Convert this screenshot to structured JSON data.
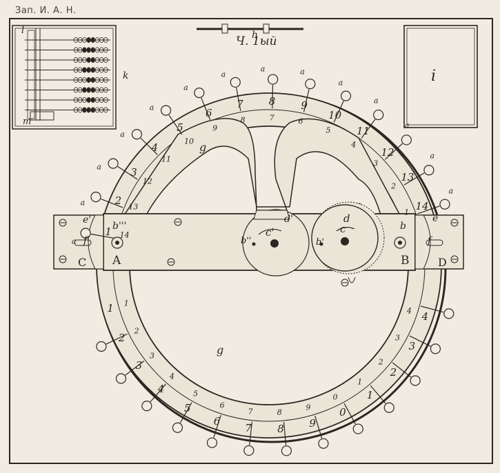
{
  "header": {
    "text": "Зап. И. А. Н."
  },
  "title": {
    "text": "Ч. 1ый"
  },
  "outer_numbers": [
    "1",
    "2",
    "3",
    "4",
    "5",
    "6",
    "7",
    "8",
    "9",
    "10",
    "11",
    "12",
    "13",
    "14"
  ],
  "inner_numbers": [
    "14",
    "13",
    "12",
    "11",
    "10",
    "9",
    "8",
    "7",
    "6",
    "5",
    "4",
    "3",
    "2",
    "1"
  ],
  "lower_outer_numbers": [
    "1",
    "2",
    "3",
    "4",
    "5",
    "6",
    "7",
    "8",
    "9",
    "0",
    "1",
    "2",
    "3",
    "4"
  ],
  "lower_inner_numbers": [
    "1",
    "2",
    "3",
    "4",
    "5",
    "6",
    "7",
    "8",
    "9",
    "0",
    "1",
    "2",
    "3",
    "4"
  ],
  "letters": {
    "a": "a",
    "b": "b",
    "b3": "b'''",
    "b1": "b'",
    "b2": "b''",
    "c": "c",
    "c1": "c'",
    "d": "d",
    "d1": "d'",
    "e": "e",
    "e1": "e'",
    "f": "f",
    "f1": "f'",
    "g": "g",
    "h": "h",
    "i": "i",
    "k": "k",
    "l": "l",
    "m": "m",
    "A": "A",
    "B": "B",
    "C": "C",
    "D": "D"
  },
  "colors": {
    "paper": "#f1ece1",
    "ink": "#2a2622",
    "fill": "#ebe5d7"
  }
}
